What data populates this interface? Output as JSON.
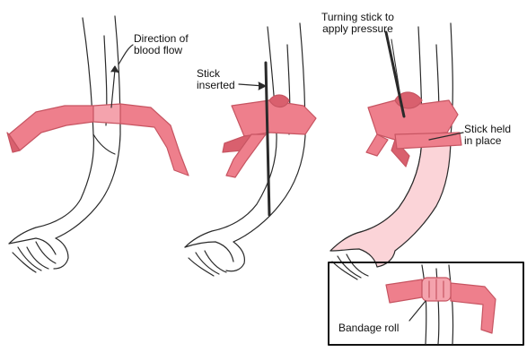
{
  "colors": {
    "bandage": "#ee7f8c",
    "bandage_dark": "#d9606e",
    "skin_fill_arm3": "#fbd4d8",
    "outline": "#2a2a2a",
    "background": "#ffffff"
  },
  "labels": {
    "direction_line1": "Direction of",
    "direction_line2": "blood flow",
    "stick_inserted_line1": "Stick",
    "stick_inserted_line2": "inserted",
    "turning_line1": "Turning stick to",
    "turning_line2": "apply pressure",
    "stick_held_line1": "Stick held",
    "stick_held_line2": "in place",
    "bandage_roll": "Bandage roll"
  }
}
